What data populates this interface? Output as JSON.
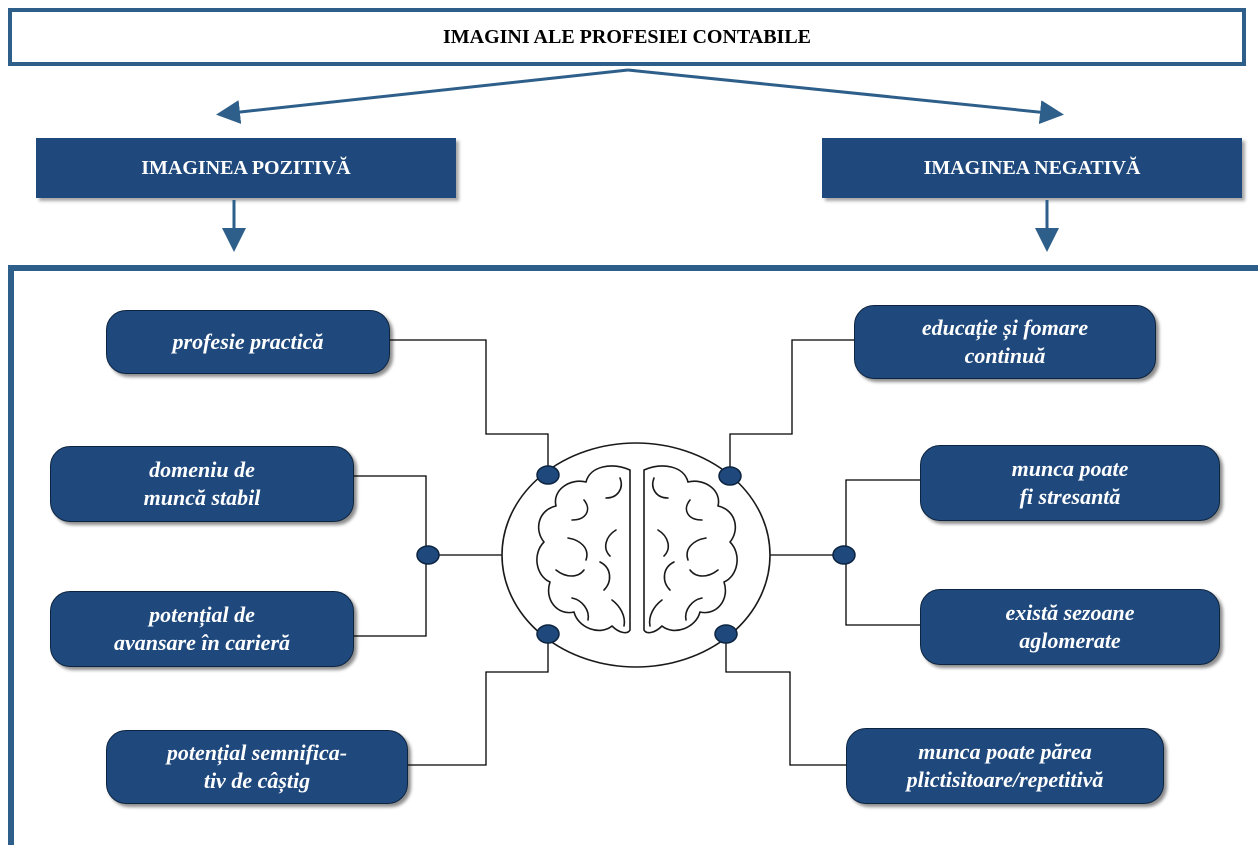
{
  "title": "IMAGINI ALE PROFESIEI CONTABILE",
  "positive": {
    "header": "IMAGINEA POZITIVĂ",
    "items": [
      "profesie practică",
      "domeniu de\nmuncă stabil",
      "potențial de\navansare în carieră",
      "potențial semnifica-\ntiv de câștig"
    ]
  },
  "negative": {
    "header": "IMAGINEA NEGATIVĂ",
    "items": [
      "educație și fomare\ncontinuă",
      "munca poate\nfi stresantă",
      "există sezoane\naglomerate",
      "munca poate părea\nplictisitoare/repetitivă"
    ]
  },
  "colors": {
    "box_fill": "#1f497d",
    "frame": "#2e5f8a"
  },
  "icons": {
    "center": "brain-icon"
  }
}
